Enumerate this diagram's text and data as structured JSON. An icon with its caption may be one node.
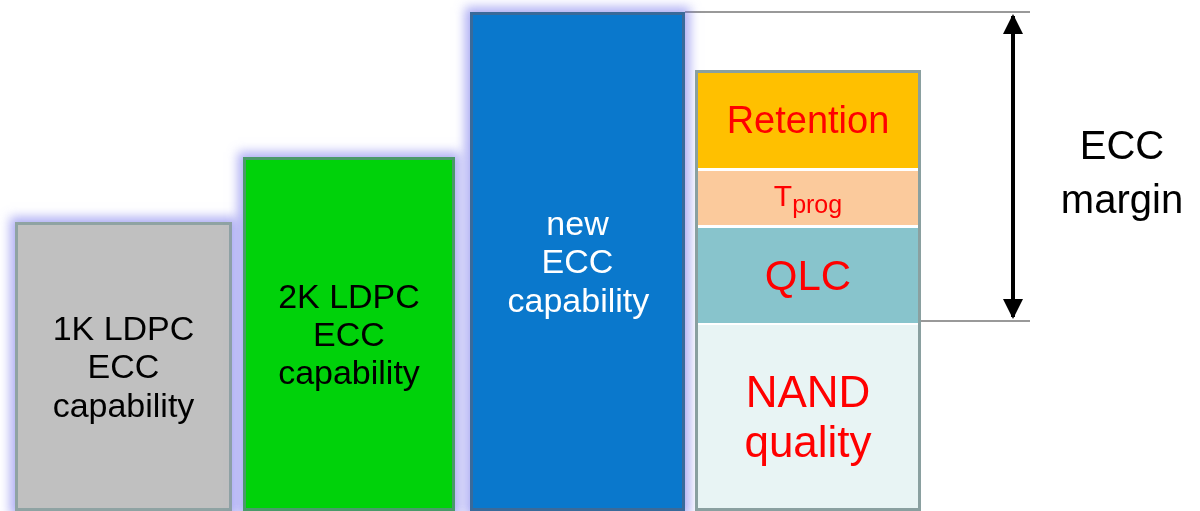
{
  "diagram": {
    "nodes": [
      {
        "text": [
          "1K LDPC ECC capability"
        ]
      },
      {
        "text": [
          "2K LDPC ECC capability"
        ]
      },
      {
        "text": [
          "new ECC capability"
        ]
      },
      {
        "text": [],
        "shape": "box"
      },
      {
        "text": [
          "Retention"
        ],
        "in": 3
      },
      {
        "text": [
          "T$_{prog}$"
        ],
        "in": 3
      },
      {
        "text": [
          "QLC"
        ],
        "in": 3
      },
      {
        "text": [
          "NAND quality"
        ],
        "in": 3
      }
    ],
    "labels": [
      "ECC margin"
    ]
  }
}
